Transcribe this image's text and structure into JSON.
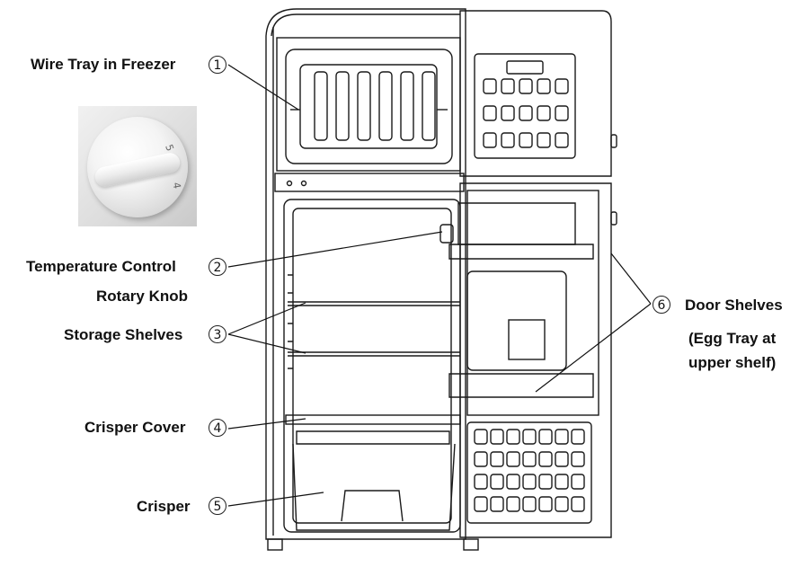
{
  "labels": {
    "wire_tray": "Wire Tray in Freezer",
    "temp_control_line1": "Temperature Control",
    "temp_control_line2": "Rotary Knob",
    "storage_shelves": "Storage Shelves",
    "crisper_cover": "Crisper Cover",
    "crisper": "Crisper",
    "door_shelves": "Door Shelves",
    "egg_tray_line1": "(Egg Tray at",
    "egg_tray_line2": "upper shelf)"
  },
  "numbers": {
    "n1": "1",
    "n2": "2",
    "n3": "3",
    "n4": "4",
    "n5": "5",
    "n6": "6"
  },
  "knob_marks": {
    "m5": "5",
    "m4": "4"
  }
}
